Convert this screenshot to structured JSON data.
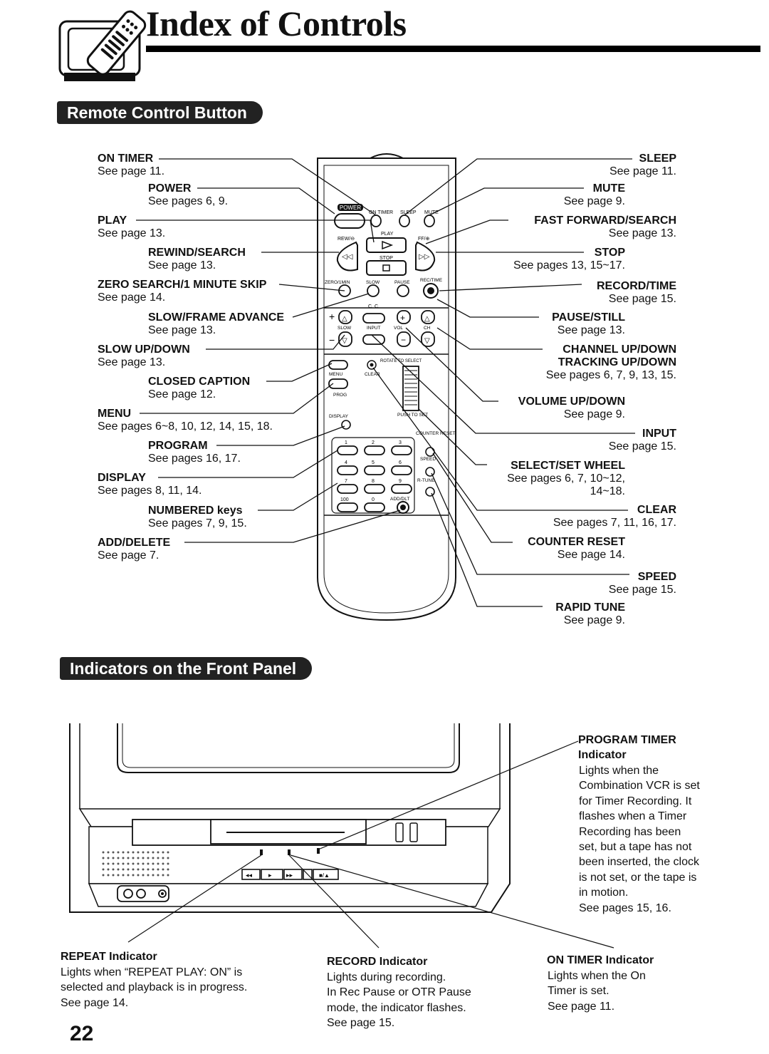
{
  "page": {
    "title": "Index of Controls",
    "page_number": "22"
  },
  "remote_section": {
    "heading": "Remote Control Button",
    "left": [
      {
        "label": "ON TIMER",
        "ref": "See page 11."
      },
      {
        "label": "POWER",
        "ref": "See pages 6, 9."
      },
      {
        "label": "PLAY",
        "ref": "See page 13."
      },
      {
        "label": "REWIND/SEARCH",
        "ref": "See page 13."
      },
      {
        "label": "ZERO SEARCH/1 MINUTE SKIP",
        "ref": "See page 14."
      },
      {
        "label": "SLOW/FRAME ADVANCE",
        "ref": "See page 13."
      },
      {
        "label": "SLOW UP/DOWN",
        "ref": "See page 13."
      },
      {
        "label": "CLOSED CAPTION",
        "ref": "See page 12."
      },
      {
        "label": "MENU",
        "ref": "See pages 6~8, 10, 12, 14, 15, 18."
      },
      {
        "label": "PROGRAM",
        "ref": "See pages 16, 17."
      },
      {
        "label": "DISPLAY",
        "ref": "See pages 8, 11, 14."
      },
      {
        "label": "NUMBERED keys",
        "ref": "See pages 7, 9, 15."
      },
      {
        "label": "ADD/DELETE",
        "ref": "See page 7."
      }
    ],
    "right": [
      {
        "label": "SLEEP",
        "ref": "See page 11."
      },
      {
        "label": "MUTE",
        "ref": "See page 9."
      },
      {
        "label": "FAST FORWARD/SEARCH",
        "ref": "See page 13."
      },
      {
        "label": "STOP",
        "ref": "See pages 13, 15~17."
      },
      {
        "label": "RECORD/TIME",
        "ref": "See page 15."
      },
      {
        "label": "PAUSE/STILL",
        "ref": "See page 13."
      },
      {
        "label": "CHANNEL UP/DOWN",
        "label2": "TRACKING UP/DOWN",
        "ref": "See pages 6, 7, 9, 13, 15."
      },
      {
        "label": "VOLUME UP/DOWN",
        "ref": "See page 9."
      },
      {
        "label": "INPUT",
        "ref": "See page 15."
      },
      {
        "label": "SELECT/SET WHEEL",
        "ref": "See pages 6, 7, 10~12,",
        "ref2": "14~18."
      },
      {
        "label": "CLEAR",
        "ref": "See pages 7, 11, 16, 17."
      },
      {
        "label": "COUNTER RESET",
        "ref": "See page 14."
      },
      {
        "label": "SPEED",
        "ref": "See page 15."
      },
      {
        "label": "RAPID TUNE",
        "ref": "See page 9."
      }
    ],
    "remote_labels": {
      "power": "POWER",
      "on_timer": "ON TIMER",
      "sleep": "SLEEP",
      "mute": "MUTE",
      "play": "PLAY",
      "rew": "REW/⊖",
      "ff": "FF/⊕",
      "stop": "STOP",
      "zero": "ZERO/1MIN",
      "slow": "SLOW",
      "pause": "PAUSE",
      "rectime": "REC/TIME",
      "cc": "C. C.",
      "slow2": "SLOW",
      "input": "INPUT",
      "vol": "VOL",
      "ch": "CH",
      "menu": "MENU",
      "clear": "CLEAR",
      "prog": "PROG",
      "rotate": "ROTATE TO SELECT",
      "display": "DISPLAY",
      "push": "PUSH TO SET",
      "counter": "COUNTER RESET",
      "speed": "SPEED",
      "rtune": "R-TUNE",
      "adddlt": "ADD/DLT",
      "nums": [
        "1",
        "2",
        "3",
        "4",
        "5",
        "6",
        "7",
        "8",
        "9",
        "100",
        "0"
      ]
    }
  },
  "front_section": {
    "heading": "Indicators on the Front Panel",
    "program_timer": {
      "label": "PROGRAM TIMER",
      "label2": "Indicator",
      "lines": [
        "Lights when the",
        "Combination VCR is set",
        "for Timer Recording. It",
        "flashes when a Timer",
        "Recording has been",
        "set, but a tape has not",
        "been inserted, the clock",
        "is not set, or the tape is",
        "in motion.",
        "See pages 15, 16."
      ]
    },
    "repeat": {
      "label": "REPEAT Indicator",
      "lines": [
        "Lights when “REPEAT PLAY: ON” is",
        "selected and playback is in progress.",
        "See page 14."
      ]
    },
    "record": {
      "label": "RECORD Indicator",
      "lines": [
        "Lights during recording.",
        "In Rec Pause or OTR Pause",
        "mode, the indicator flashes.",
        "See page 15."
      ]
    },
    "on_timer": {
      "label": "ON TIMER Indicator",
      "lines": [
        "Lights when the On",
        "Timer is set.",
        "See page 11."
      ]
    }
  }
}
